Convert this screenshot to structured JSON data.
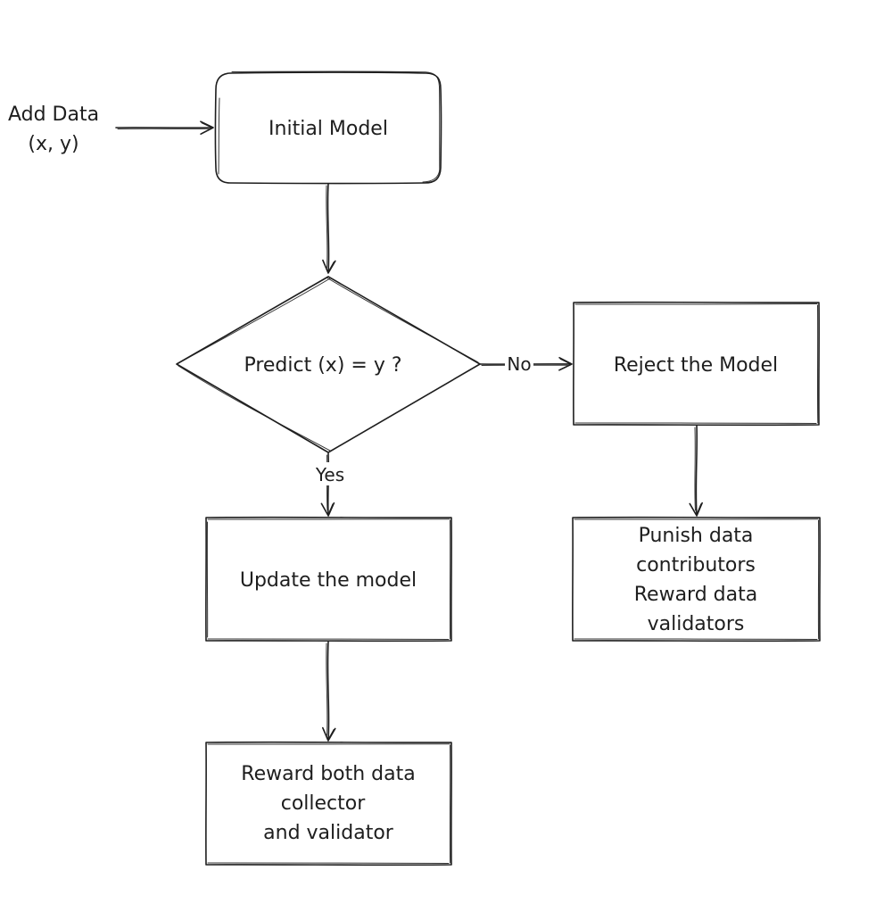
{
  "diagram": {
    "input": {
      "line1": "Add Data",
      "line2": "(x, y)"
    },
    "nodes": {
      "initial_model": {
        "lines": [
          "Initial Model"
        ]
      },
      "predict_decision": {
        "lines": [
          "Predict (x) = y ?"
        ]
      },
      "reject_model": {
        "lines": [
          "Reject the Model"
        ]
      },
      "punish_reward": {
        "lines": [
          "Punish data",
          "contributors",
          "Reward data",
          "validators"
        ]
      },
      "update_model": {
        "lines": [
          "Update the model"
        ]
      },
      "reward_both": {
        "lines": [
          "Reward both data",
          "collector",
          "and validator"
        ]
      }
    },
    "edges": {
      "no_label": "No",
      "yes_label": "Yes"
    },
    "style": {
      "stroke_color": "#1e1e1e",
      "background": "#ffffff"
    }
  }
}
